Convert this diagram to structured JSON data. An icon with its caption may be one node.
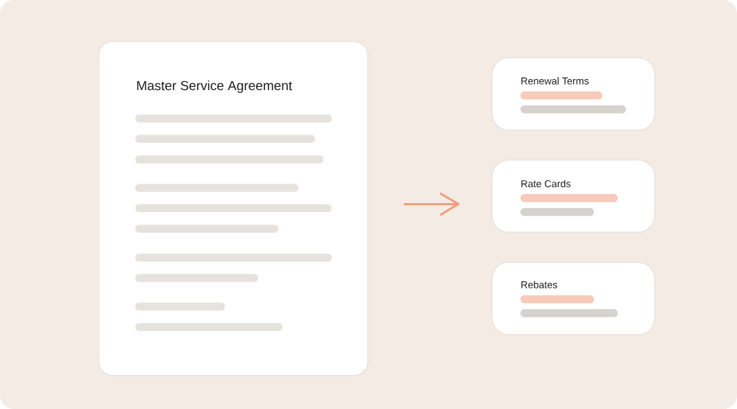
{
  "diagram": {
    "nodes": [
      {
        "text": [
          "Master Service Agreement"
        ]
      },
      {
        "text": [
          "Renewal Terms"
        ]
      },
      {
        "text": [
          "Rate Cards"
        ]
      },
      {
        "text": [
          "Rebates"
        ]
      }
    ],
    "edges": [
      {
        "from": 0,
        "to": 2,
        "arrow": "to"
      }
    ]
  }
}
